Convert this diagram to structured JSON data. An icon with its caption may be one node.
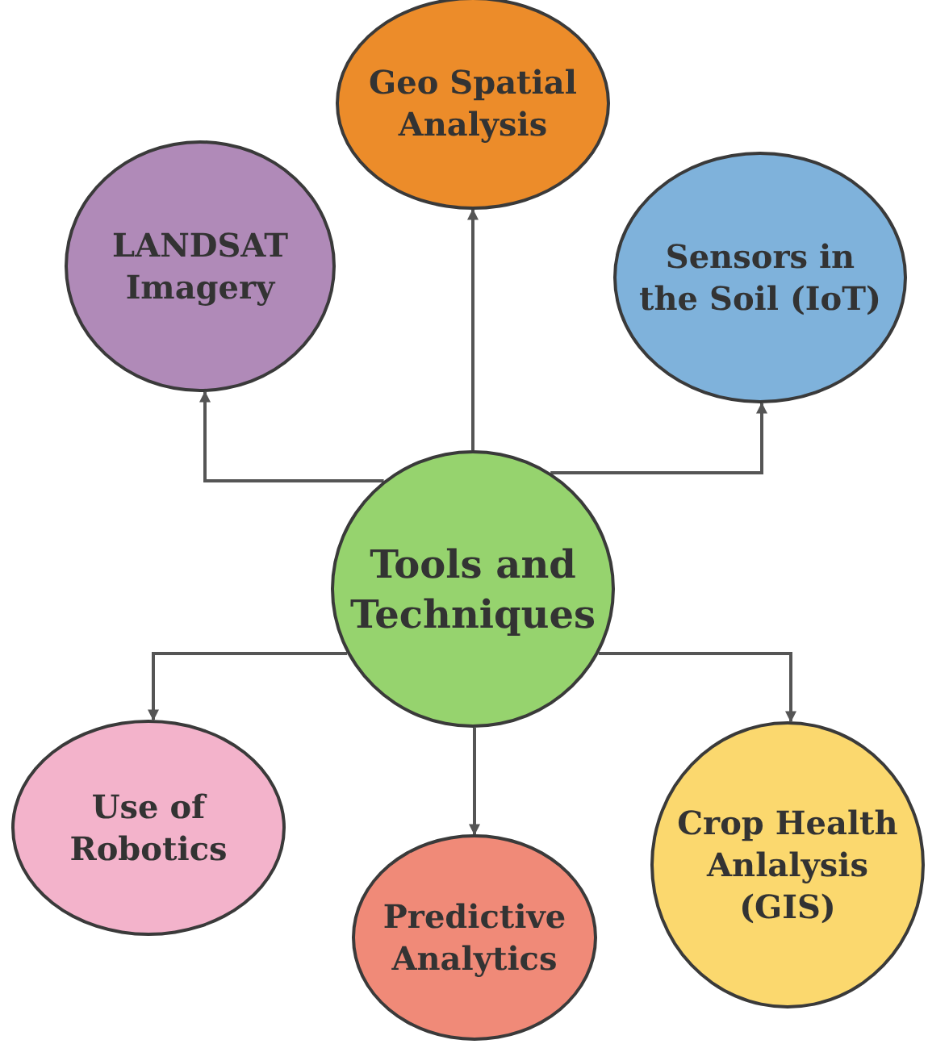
{
  "diagram": {
    "nodes": [
      {
        "text": [
          "Tools and Techniques"
        ]
      },
      {
        "text": [
          "Geo Spatial Analysis"
        ]
      },
      {
        "text": [
          "LANDSAT Imagery"
        ]
      },
      {
        "text": [
          "Sensors in the Soil (IoT)"
        ]
      },
      {
        "text": [
          "Use of Robotics"
        ]
      },
      {
        "text": [
          "Predictive Analytics"
        ]
      },
      {
        "text": [
          "Crop Health Anlalysis (GIS)"
        ]
      }
    ],
    "edges": [
      {
        "from": 0,
        "to": 2,
        "arrow": "to"
      },
      {
        "from": 0,
        "to": 1,
        "arrow": "to"
      },
      {
        "from": 0,
        "to": 3,
        "arrow": "to"
      },
      {
        "from": 0,
        "to": 4,
        "arrow": "to"
      },
      {
        "from": 0,
        "to": 5,
        "arrow": "to"
      },
      {
        "from": 0,
        "to": 6,
        "arrow": "to"
      }
    ]
  }
}
